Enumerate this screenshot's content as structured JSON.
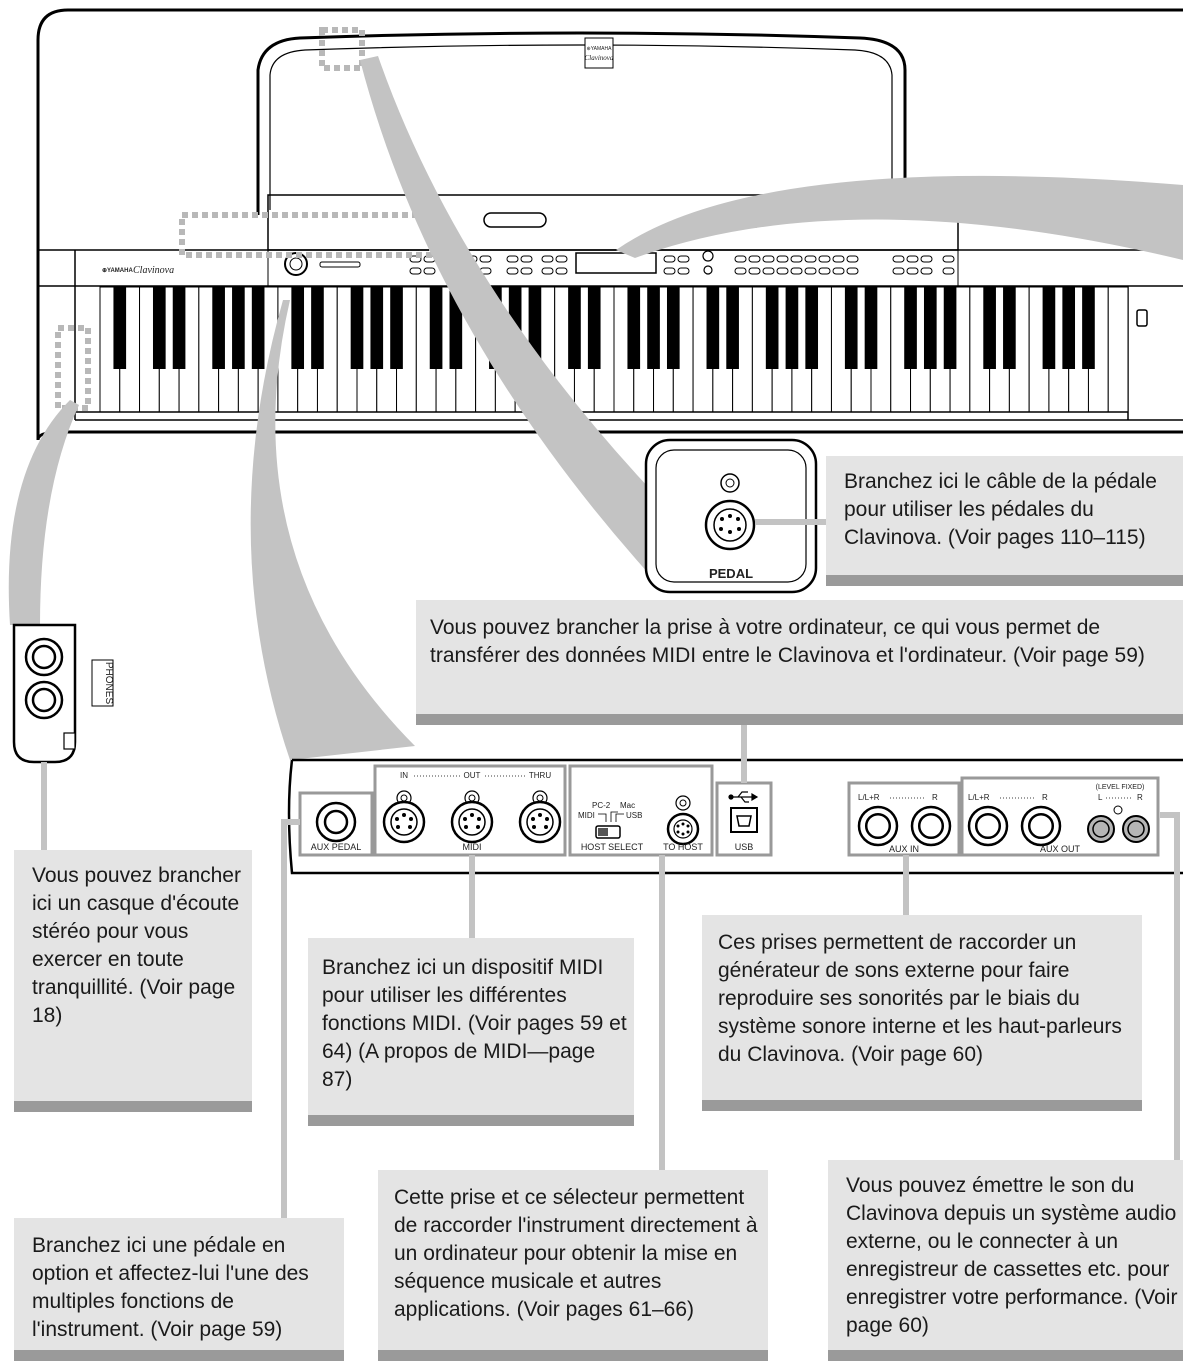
{
  "piano": {
    "brand_left": "⊕YAMAHA",
    "model_left": "Clavinova",
    "stand_brand": "⊕YAMAHA",
    "stand_model": "Clavinova"
  },
  "panels": {
    "pedal_label": "PEDAL",
    "phones_label": "PHONES",
    "aux_pedal": "AUX PEDAL",
    "midi_in": "IN",
    "midi_out": "OUT",
    "midi_thru": "THRU",
    "midi": "MIDI",
    "pc2": "PC-2",
    "midi_sw": "MIDI",
    "mac": "Mac",
    "usb_sw": "USB",
    "host_select": "HOST SELECT",
    "to_host": "TO HOST",
    "usb": "USB",
    "aux_in_lr": "L/L+R",
    "aux_in_r": "R",
    "aux_in": "AUX IN",
    "aux_out_lr": "L/L+R",
    "aux_out_r": "R",
    "level_fixed": "(LEVEL FIXED)",
    "level_l": "L",
    "level_r": "R",
    "aux_out": "AUX OUT"
  },
  "callouts": {
    "pedal": "Branchez ici le câble de la pédale pour utiliser les pédales du Clavinova. (Voir pages 110–115)",
    "usb": "Vous pouvez brancher la prise à votre ordinateur, ce qui vous permet de transférer des données MIDI entre le Clavinova et l'ordinateur. (Voir page 59)",
    "phones": "Vous pouvez brancher ici un casque d'écoute stéréo pour vous exercer en toute tranquillité. (Voir page 18)",
    "midi": "Branchez ici un dispositif MIDI pour utiliser les différentes fonctions MIDI. (Voir pages 59 et 64) (A propos de MIDI—page 87)",
    "aux_in": "Ces prises permettent de raccorder un générateur de sons externe pour faire reproduire ses sonorités par le biais du système sonore interne et les haut-parleurs du Clavinova. (Voir page 60)",
    "aux_out": "Vous pouvez émettre le son du Clavinova depuis un système audio externe, ou le connecter à un enregistreur de cassettes etc. pour enregistrer votre performance. (Voir page 60)",
    "aux_pedal": "Branchez ici une pédale en option et affectez-lui l'une des multiples fonctions de l'instrument. (Voir page 59)",
    "to_host": "Cette prise et ce sélecteur permettent de raccorder l'instrument directement à un ordinateur pour obtenir la mise en séquence musicale et autres applications. (Voir pages 61–66)"
  }
}
